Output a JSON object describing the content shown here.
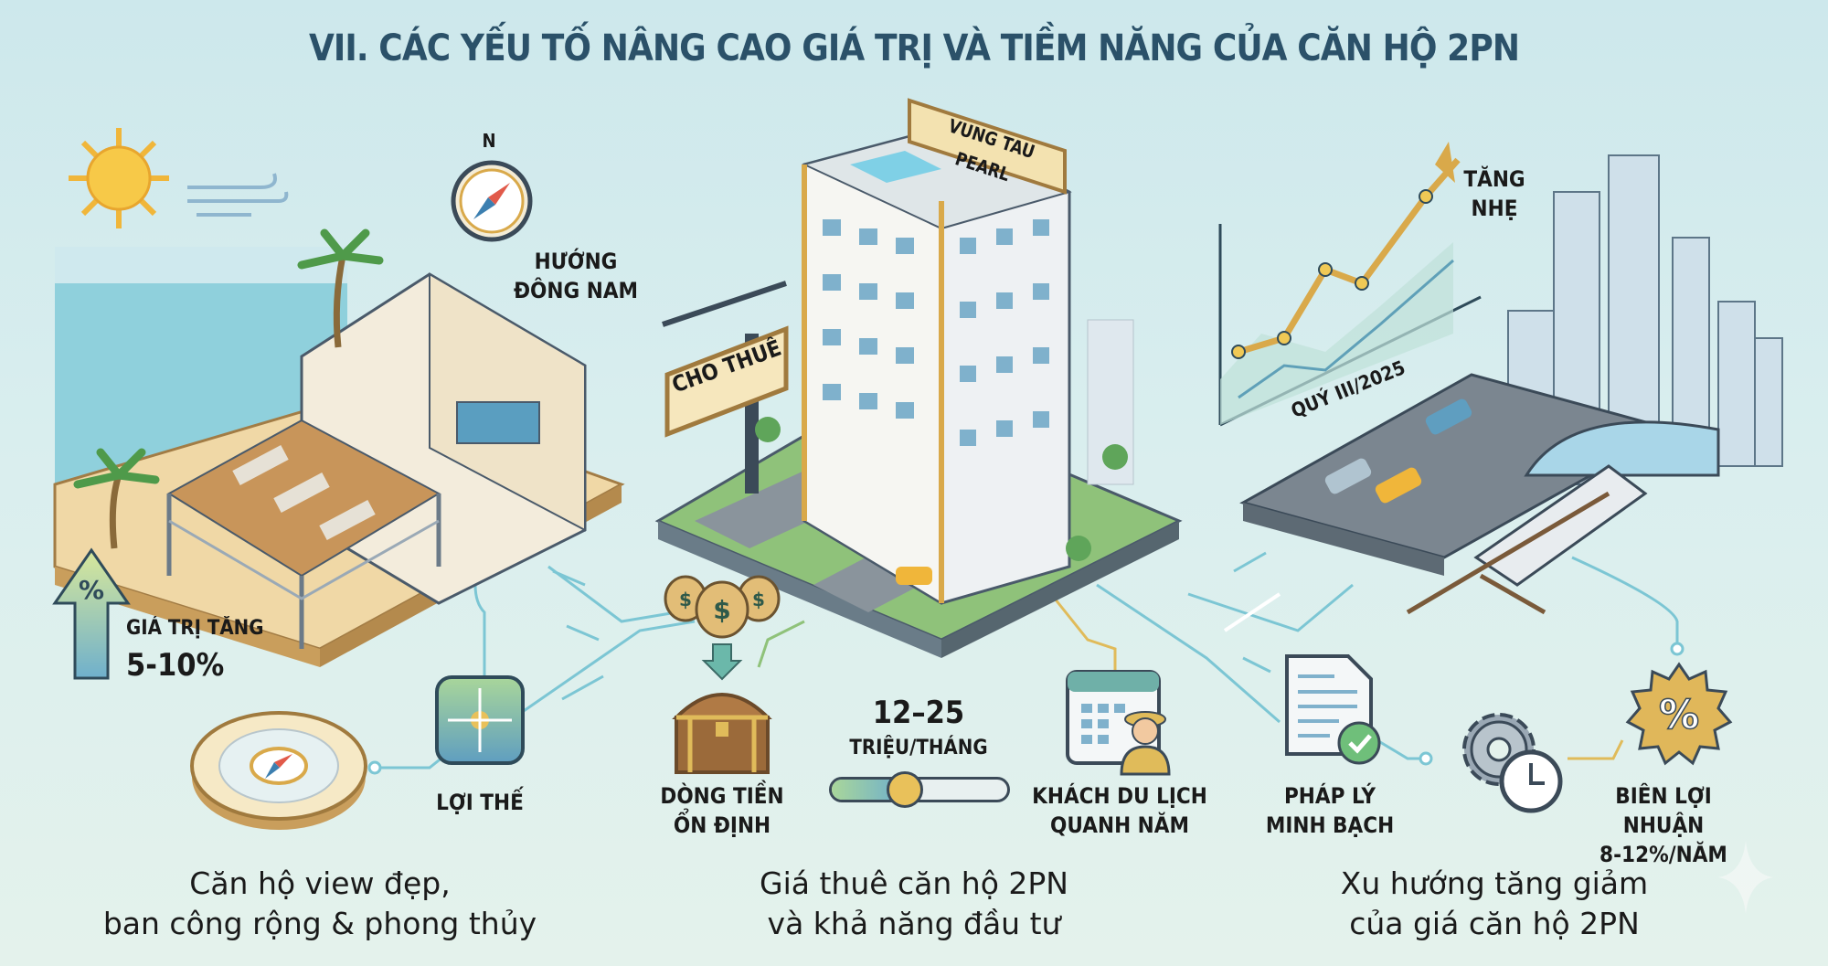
{
  "title": "VII. CÁC YẾU TỐ NÂNG CAO GIÁ TRỊ VÀ TIỀM NĂNG CỦA CĂN HỘ 2PN",
  "colors": {
    "title": "#2b5169",
    "accent_gold": "#d9a94a",
    "accent_teal": "#6fbfcf",
    "accent_green": "#8fc27a"
  },
  "section_view": {
    "compass_letter": "N",
    "direction_label": "HƯỚNG ĐÔNG NAM",
    "value_label": "GIÁ TRỊ TĂNG",
    "value_range": "5-10%",
    "arrow_symbol": "%",
    "advantage_label": "LỢI THẾ",
    "caption_line1": "Căn hộ view đẹp,",
    "caption_line2": "ban công rộng & phong thủy"
  },
  "section_rent": {
    "building_sign": "VUNG TAU PEARL",
    "rent_sign": "CHO THUÊ",
    "cashflow_line1": "DÒNG TIỀN",
    "cashflow_line2": "ỔN ĐỊNH",
    "rent_range": "12–25",
    "rent_unit": "TRIỆU/THÁNG",
    "rent_slider_level": 0.4,
    "tourist_line1": "KHÁCH DU LỊCH",
    "tourist_line2": "QUANH NĂM",
    "caption_line1": "Giá thuê căn hộ 2PN",
    "caption_line2": "và khả năng đầu tư"
  },
  "section_trend": {
    "trend_line1": "TĂNG",
    "trend_line2": "NHẸ",
    "period_label": "QUÝ III/2025",
    "legal_line1": "PHÁP LÝ",
    "legal_line2": "MINH BẠCH",
    "margin_line1": "BIÊN LỢI NHUẬN",
    "margin_line2": "8-12%/NĂM",
    "badge_symbol": "%",
    "caption_line1": "Xu hướng tăng giảm",
    "caption_line2": "của giá căn hộ 2PN"
  }
}
